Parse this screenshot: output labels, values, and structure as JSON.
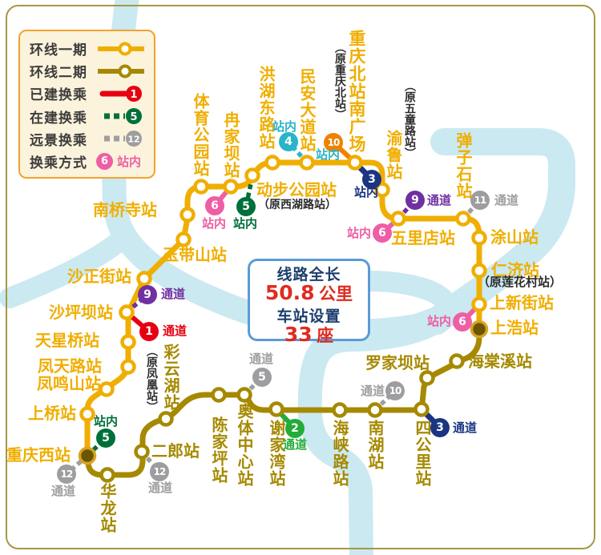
{
  "legend": {
    "rows": [
      {
        "label": "环线一期"
      },
      {
        "label": "环线二期"
      },
      {
        "label": "已建换乘",
        "badge": "1"
      },
      {
        "label": "在建换乘",
        "badge": "5"
      },
      {
        "label": "远景换乘",
        "badge": "12"
      },
      {
        "label": "换乘方式",
        "badge": "6",
        "suffix": "站内"
      }
    ]
  },
  "info": {
    "t1": "线路全长",
    "v1": "50.8",
    "u1": "公里",
    "t2": "车站设置",
    "v2": "33",
    "u2": "座"
  },
  "stations": {
    "tiyugongyuan": {
      "name": "体育公园站"
    },
    "ranjiaba": {
      "name": "冉家坝站"
    },
    "dongbugongyuan": {
      "name": "动步公园站",
      "note": "（原西湖路站）"
    },
    "honghudonglu": {
      "name": "洪湖东路站"
    },
    "minandadao": {
      "name": "民安大道站"
    },
    "cqbeizhan": {
      "name": "重庆北站南广场",
      "note": "（原重庆北站）"
    },
    "yulu": {
      "name": "渝鲁站",
      "note": "（原五童路站）"
    },
    "wulidian": {
      "name": "五里店站"
    },
    "danzishi": {
      "name": "弹子石站"
    },
    "tushan": {
      "name": "涂山站"
    },
    "renji": {
      "name": "仁济站",
      "note": "（原莲花村站）"
    },
    "shangxinjie": {
      "name": "上新街站"
    },
    "shanghao": {
      "name": "上浩站"
    },
    "haitangxi": {
      "name": "海棠溪站"
    },
    "luojiaba": {
      "name": "罗家坝站"
    },
    "sigongli": {
      "name": "四公里站"
    },
    "nanhu": {
      "name": "南湖站"
    },
    "haixialu": {
      "name": "海峡路站"
    },
    "xiejiawan": {
      "name": "谢家湾站"
    },
    "aotizhongxin": {
      "name": "奥体中心站"
    },
    "chenjiaping": {
      "name": "陈家坪站"
    },
    "caiyunhu": {
      "name": "彩云湖站",
      "note": "（原凤凰站）"
    },
    "erlang": {
      "name": "二郎站"
    },
    "hualong": {
      "name": "华龙站"
    },
    "cqxizhan": {
      "name": "重庆西站"
    },
    "shangqiao": {
      "name": "上桥站"
    },
    "fengmingshan": {
      "name": "凤鸣山站"
    },
    "fengtianlu": {
      "name": "凤天路站"
    },
    "tianxingqiao": {
      "name": "天星桥站"
    },
    "shapingba": {
      "name": "沙坪坝站"
    },
    "shazhengjie": {
      "name": "沙正街站"
    },
    "yudaishan": {
      "name": "玉带山站"
    },
    "nanqiaosi": {
      "name": "南桥寺站"
    }
  },
  "transfers": {
    "minandadao4": {
      "num": "4",
      "label": "站内"
    },
    "beizhan10": {
      "num": "10",
      "label": "站内"
    },
    "beizhan3": {
      "num": "3",
      "label": "站内"
    },
    "wulidian9": {
      "num": "9",
      "label": "通道"
    },
    "wulidian6": {
      "num": "6",
      "label": "站内"
    },
    "danzishi11": {
      "num": "11",
      "label": "通道"
    },
    "shangxinjie6": {
      "num": "6",
      "label": "站内"
    },
    "sigongli3": {
      "num": "3",
      "label": "通道"
    },
    "nanhu10": {
      "num": "10",
      "label": "通道"
    },
    "xiejiawan2": {
      "num": "2",
      "label": "通道"
    },
    "aoti5": {
      "num": "5",
      "label": "通道"
    },
    "erlang12": {
      "num": "12",
      "label": "通道"
    },
    "xizhan5": {
      "num": "5",
      "label": "站内"
    },
    "xizhan12": {
      "num": "12",
      "label": "通道"
    },
    "shapingba9": {
      "num": "9",
      "label": "通道"
    },
    "shapingba1": {
      "num": "1",
      "label": "通道"
    },
    "ranjiaba6": {
      "num": "6",
      "label": "站内"
    },
    "dongbu5": {
      "num": "5",
      "label": "站内"
    }
  },
  "colors": {
    "phase1": "#F0AE00",
    "phase2": "#A58900",
    "river": "#CBE9F0",
    "line1": "#E60012",
    "line2": "#22AC38",
    "line3": "#1A3582",
    "line4": "#29B4C8",
    "line5": "#00703A",
    "line6": "#EE5EA4",
    "line9": "#7030A0",
    "line10": "#EF8200",
    "future": "#9E9EA0",
    "info_border": "#5B9BD5",
    "info_title": "#1C3E6E",
    "info_value": "#E02B20"
  }
}
